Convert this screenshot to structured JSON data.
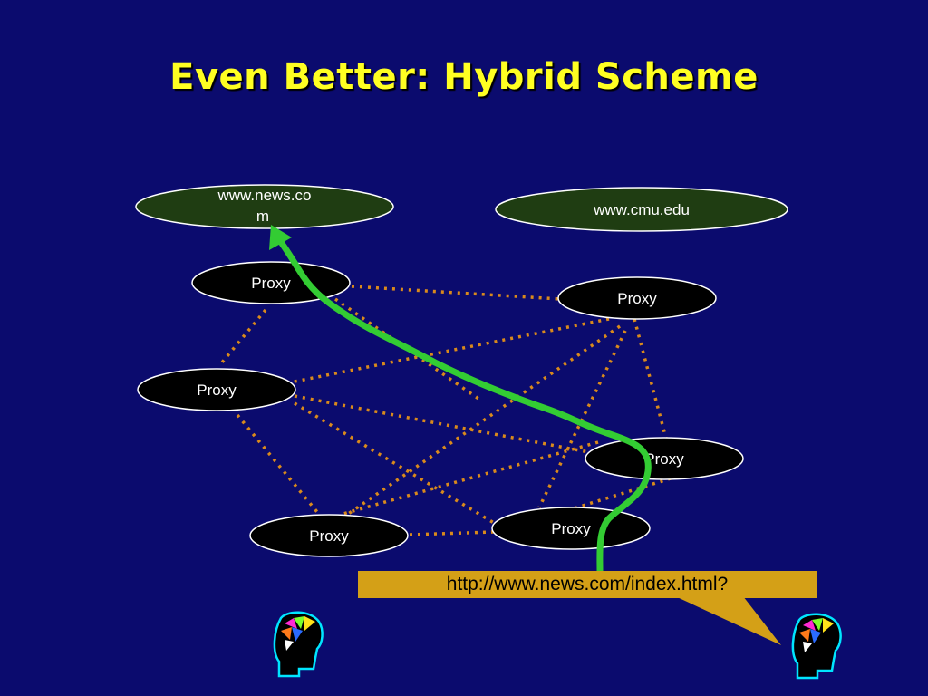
{
  "slide": {
    "title": "Even Better: Hybrid Scheme"
  },
  "servers": [
    {
      "label_line1": "www.news.co",
      "label_line2": "m"
    },
    {
      "label": "www.cmu.edu"
    }
  ],
  "proxies": [
    {
      "label": "Proxy"
    },
    {
      "label": "Proxy"
    },
    {
      "label": "Proxy"
    },
    {
      "label": "Proxy"
    },
    {
      "label": "Proxy"
    },
    {
      "label": "Proxy"
    }
  ],
  "request": {
    "url": "http://www.news.com/index.html?"
  },
  "colors": {
    "background": "#0b0b6e",
    "title": "#ffff22",
    "server_fill": "#1f3d12",
    "proxy_fill": "#000000",
    "link": "#d98a1c",
    "path": "#33cc33",
    "callout": "#d4a017"
  },
  "icons": [
    "user-head-icon-left",
    "user-head-icon-right"
  ]
}
